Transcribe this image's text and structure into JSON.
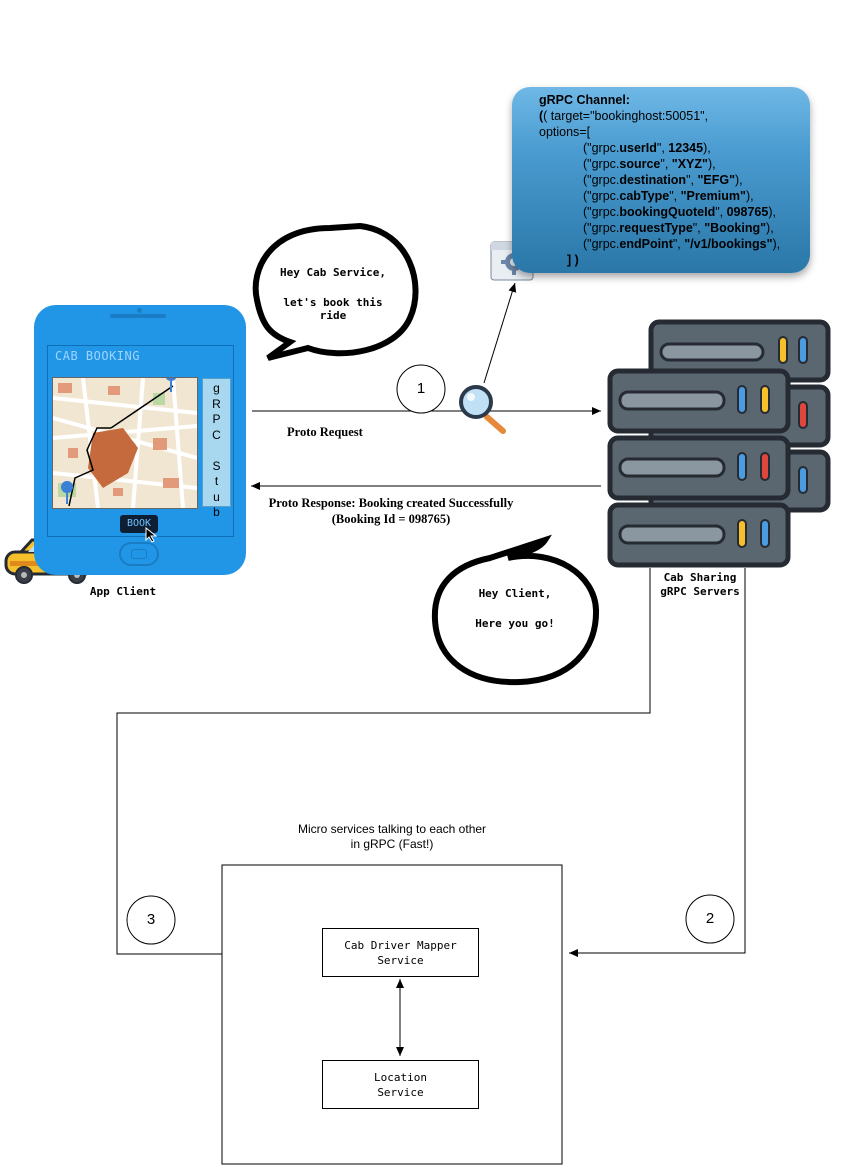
{
  "channel": {
    "title": "gRPC Channel:",
    "target_line": "( target=\"bookinghost:50051\",",
    "options_open": "options=[",
    "options": [
      {
        "key": "userId",
        "value": "12345"
      },
      {
        "key": "source",
        "value": "\"XYZ\""
      },
      {
        "key": "destination",
        "value": "\"EFG\""
      },
      {
        "key": "cabType",
        "value": "\"Premium\""
      },
      {
        "key": "bookingQuoteId",
        "value": "098765"
      },
      {
        "key": "requestType",
        "value": "\"Booking\""
      },
      {
        "key": "endPoint",
        "value": "\"/v1/bookings\""
      }
    ],
    "close": "] )"
  },
  "client_bubble": {
    "line1": "Hey Cab Service,",
    "line2": "let's book this ride"
  },
  "server_bubble": {
    "line1": "Hey Client,",
    "line2": "Here you go!"
  },
  "phone": {
    "title": "CAB BOOKING",
    "stub_letters": [
      "g",
      "R",
      "P",
      "C",
      "",
      "S",
      "t",
      "u",
      "b"
    ],
    "book_label": "BOOK"
  },
  "app_client_label": "App Client",
  "servers_label": {
    "line1": "Cab Sharing",
    "line2": "gRPC Servers"
  },
  "proto_request": "Proto Request",
  "proto_response": {
    "line1": "Proto Response: Booking created Successfully",
    "line2": "(Booking Id = 098765)"
  },
  "steps": [
    "1",
    "2",
    "3"
  ],
  "micro_caption": {
    "line1": "Micro services talking to each other",
    "line2": "in gRPC (Fast!)"
  },
  "services": {
    "mapper": {
      "line1": "Cab Driver Mapper",
      "line2": "Service"
    },
    "location": {
      "line1": "Location",
      "line2": "Service"
    }
  },
  "colors": {
    "phone": "#2196e6",
    "server_body": "#5b6770",
    "server_frame": "#262b33",
    "taxi": "#f6c02c"
  }
}
